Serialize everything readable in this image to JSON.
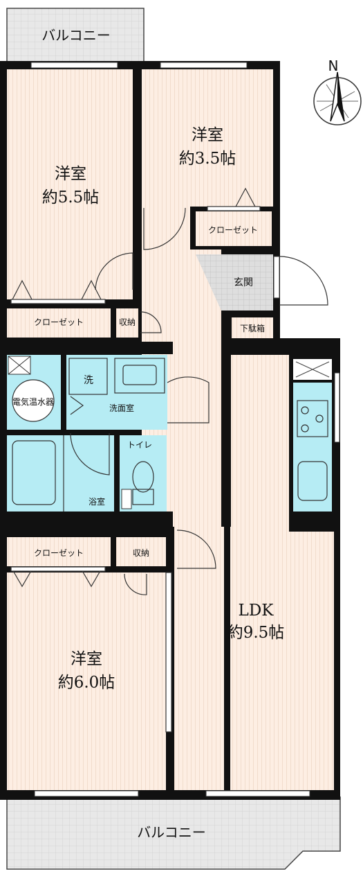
{
  "compass": {
    "north_label": "N"
  },
  "rooms": {
    "balcony_top": {
      "label": "バルコニー"
    },
    "room_west": {
      "name": "洋室",
      "size": "約5.5帖"
    },
    "room_north": {
      "name": "洋室",
      "size": "約3.5帖"
    },
    "closet_north": {
      "label": "クローゼット"
    },
    "entrance": {
      "label": "玄関"
    },
    "shoe_box": {
      "label": "下駄箱"
    },
    "closet_west": {
      "label": "クローゼット"
    },
    "storage_small": {
      "label": "収納"
    },
    "water_heater": {
      "label": "電気温水器"
    },
    "washer": {
      "label": "洗"
    },
    "washroom": {
      "label": "洗面室"
    },
    "toilet": {
      "label": "トイレ"
    },
    "bathroom": {
      "label": "浴室"
    },
    "closet_south": {
      "label": "クローゼット"
    },
    "storage_south": {
      "label": "収納"
    },
    "room_south": {
      "name": "洋室",
      "size": "約6.0帖"
    },
    "ldk": {
      "name": "LDK",
      "size": "約9.5帖"
    },
    "balcony_bottom": {
      "label": "バルコニー"
    }
  },
  "colors": {
    "floor": "#fdeee3",
    "floor_lines": "#f2d9c8",
    "wet_area": "#b6ecf4",
    "wall": "#111111",
    "balcony": "#e6e6e6",
    "entrance": "#dddddd"
  }
}
